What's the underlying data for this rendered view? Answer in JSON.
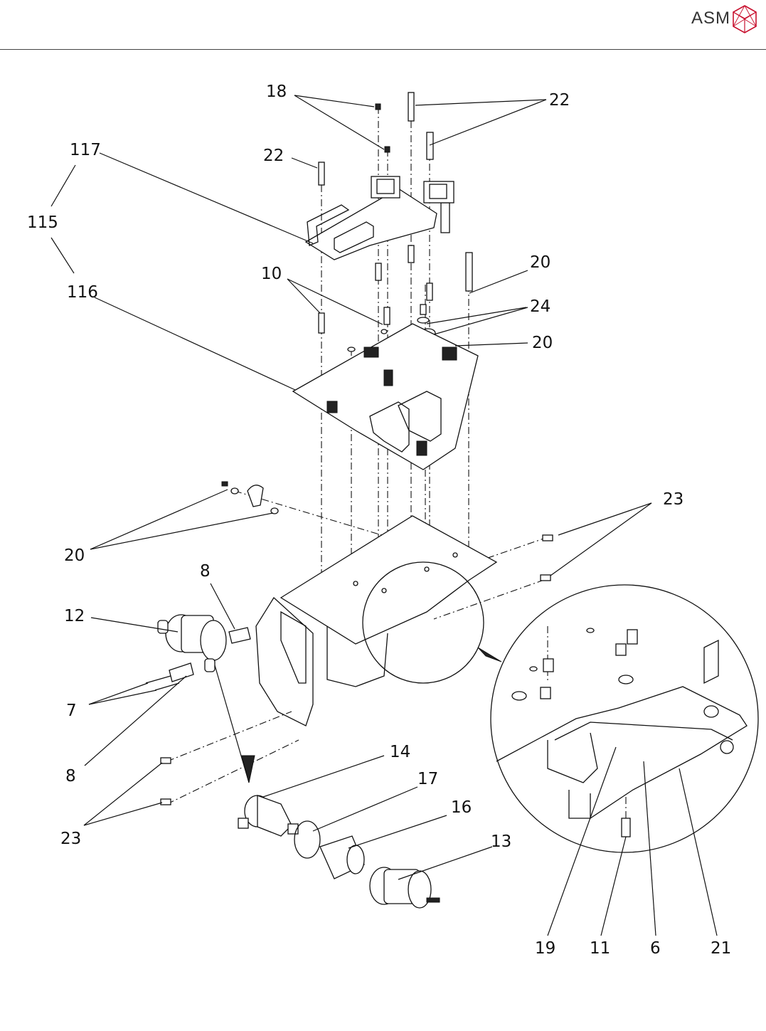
{
  "header": {
    "brand": "ASM",
    "logo_icon": "asm-cube-logo-icon",
    "logo_color": "#c8102e"
  },
  "callouts": {
    "c18": "18",
    "c22a": "22",
    "c22b": "22",
    "c117": "117",
    "c115": "115",
    "c116": "116",
    "c10": "10",
    "c20a": "20",
    "c24": "24",
    "c20b": "20",
    "c23a": "23",
    "c20c": "20",
    "c8a": "8",
    "c12": "12",
    "c7": "7",
    "c8b": "8",
    "c14": "14",
    "c17": "17",
    "c16": "16",
    "c13": "13",
    "c23b": "23",
    "c19": "19",
    "c11": "11",
    "c6": "6",
    "c21": "21"
  }
}
